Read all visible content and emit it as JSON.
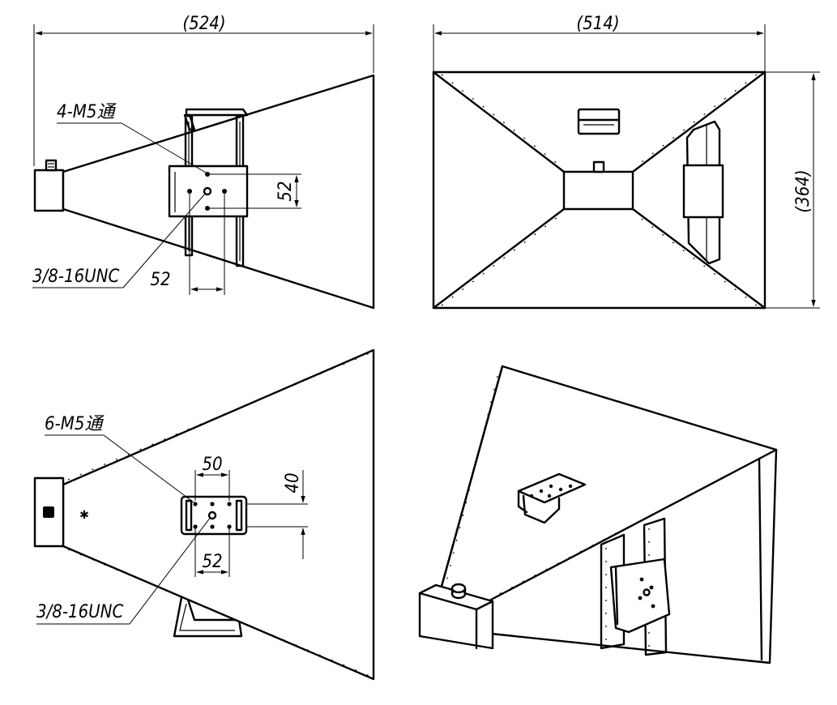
{
  "views": {
    "top_left": {
      "overall_width": "(524)",
      "hole_callout": "4-M5通",
      "thread_callout": "3/8-16UNC",
      "hole_spacing_vertical": "52",
      "hole_spacing_horizontal": "52"
    },
    "top_right": {
      "overall_width": "(514)",
      "overall_height": "(364)"
    },
    "bottom_left": {
      "hole_callout": "6-M5通",
      "hole_spacing_horizontal_top": "50",
      "hole_spacing_vertical": "40",
      "hole_spacing_horizontal_bottom": "52",
      "thread_callout": "3/8-16UNC"
    },
    "bottom_right": {}
  }
}
